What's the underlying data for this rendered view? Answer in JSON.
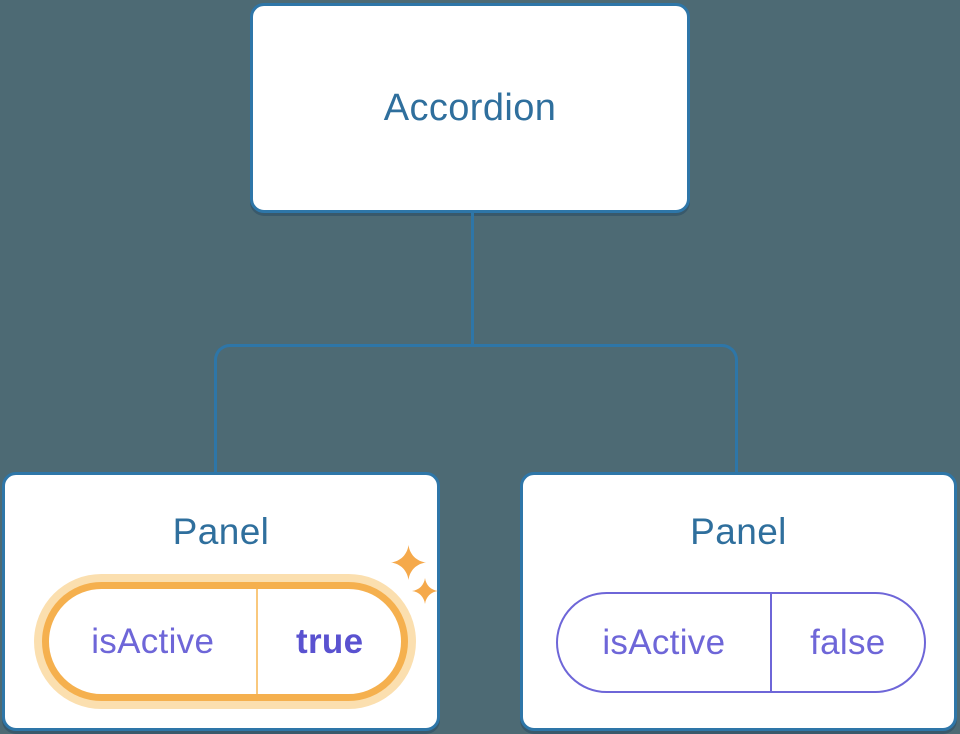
{
  "diagram": {
    "type": "react-component-tree",
    "root": {
      "label": "Accordion"
    },
    "panels": [
      {
        "label": "Panel",
        "prop": {
          "name": "isActive",
          "value": "true"
        },
        "highlighted": true
      },
      {
        "label": "Panel",
        "prop": {
          "name": "isActive",
          "value": "false"
        },
        "highlighted": false
      }
    ],
    "icons": [
      "sparkle-icon",
      "sparkle-icon"
    ]
  },
  "colors": {
    "background": "#4d6a74",
    "node_border": "#2e76a8",
    "node_fill": "#ffffff",
    "node_label": "#2f6f9d",
    "prop_text": "#6e66d8",
    "prop_value_active": "#5a52d0",
    "active_ring": "#f5b04e",
    "active_ring_glow": "#fbdfaf",
    "active_divider": "#f9c87d",
    "sparkle": "#f5a94b"
  }
}
